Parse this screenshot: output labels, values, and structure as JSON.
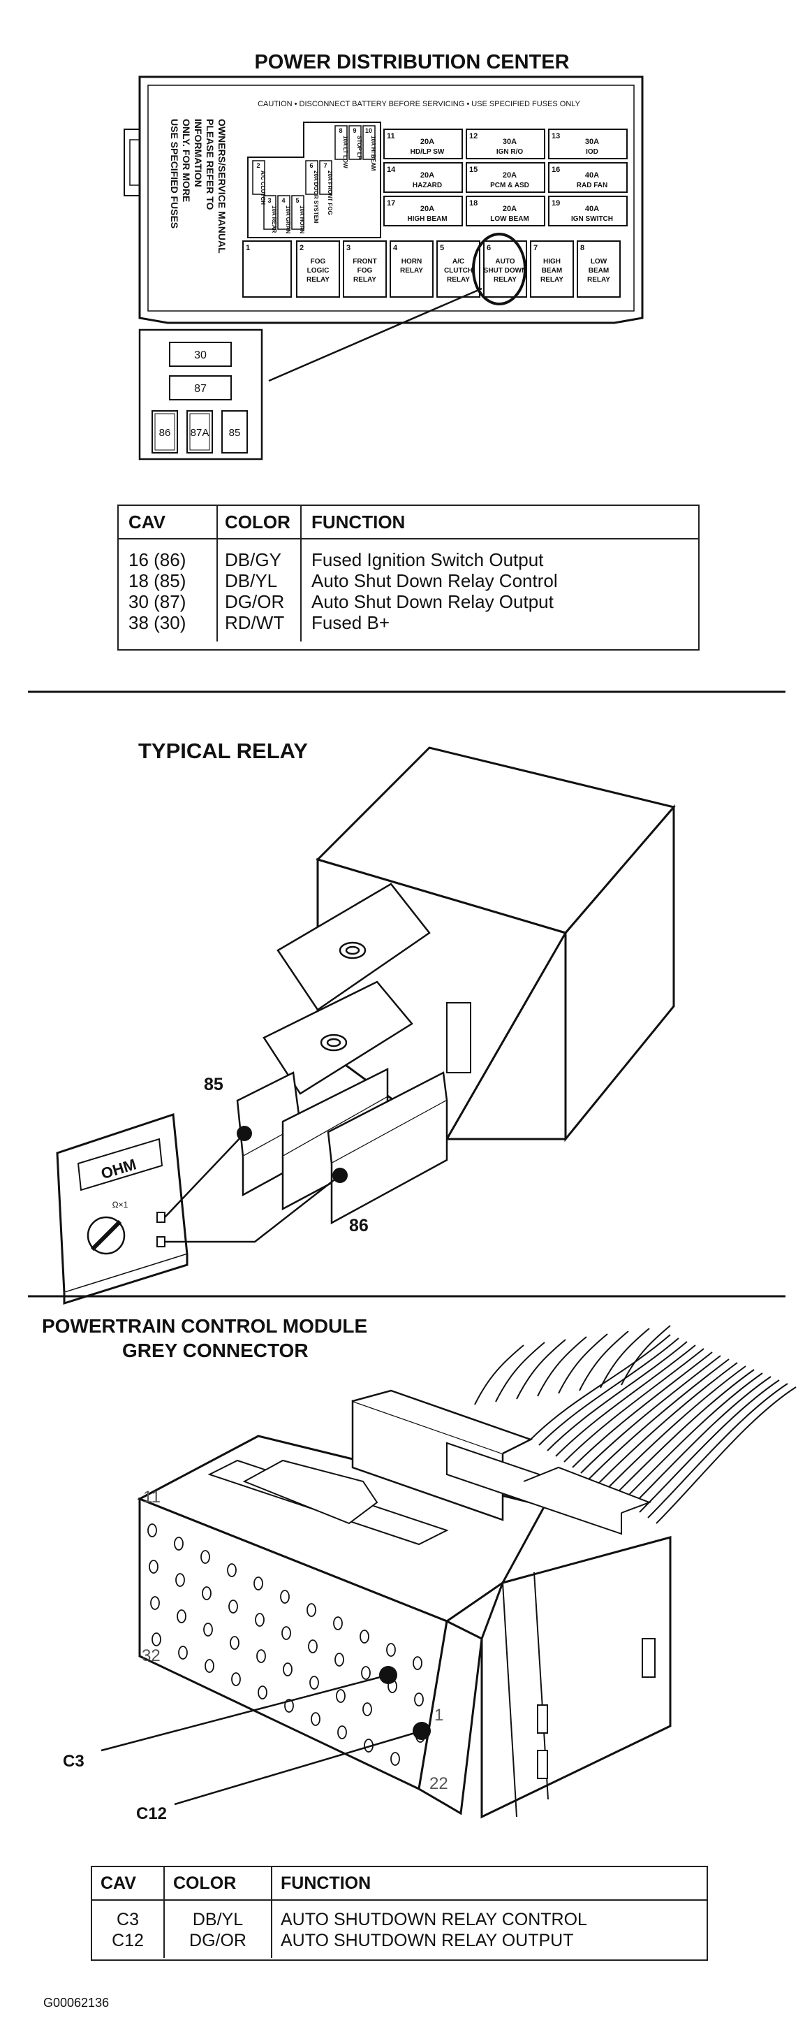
{
  "pdc": {
    "title": "POWER DISTRIBUTION CENTER",
    "caution": "CAUTION • DISCONNECT BATTERY BEFORE SERVICING • USE SPECIFIED FUSES ONLY",
    "side_note": [
      "USE SPECIFIED FUSES",
      "ONLY. FOR MORE",
      "INFORMATION",
      "PLEASE REFER TO",
      "OWNERS/SERVICE MANUAL"
    ],
    "fuses": [
      {
        "num": "11",
        "amp": "20A",
        "label": "HD/LP SW"
      },
      {
        "num": "12",
        "amp": "30A",
        "label": "IGN R/O"
      },
      {
        "num": "13",
        "amp": "30A",
        "label": "IOD"
      },
      {
        "num": "14",
        "amp": "20A",
        "label": "HAZARD"
      },
      {
        "num": "15",
        "amp": "20A",
        "label": "PCM & ASD"
      },
      {
        "num": "16",
        "amp": "40A",
        "label": "RAD FAN"
      },
      {
        "num": "17",
        "amp": "20A",
        "label": "HIGH BEAM"
      },
      {
        "num": "18",
        "amp": "20A",
        "label": "LOW BEAM"
      },
      {
        "num": "19",
        "amp": "40A",
        "label": "IGN SWITCH"
      }
    ],
    "small_fuses": [
      {
        "num": "10",
        "label": "10A HI BEAM"
      },
      {
        "num": "9",
        "label": "STOP LP"
      },
      {
        "num": "8",
        "label": "10A LT LOW"
      },
      {
        "num": "7",
        "label": "20A FRONT FOG"
      },
      {
        "num": "6",
        "label": "20A DOOR SYSTEM"
      },
      {
        "num": "5",
        "label": "10A HORN"
      },
      {
        "num": "4",
        "label": "10A GRAN"
      },
      {
        "num": "3",
        "label": "10A REAR"
      },
      {
        "num": "2",
        "label": "A/C CLUTCH"
      }
    ],
    "relays": [
      {
        "num": "1",
        "label": ""
      },
      {
        "num": "2",
        "label": "FOG LOGIC RELAY"
      },
      {
        "num": "3",
        "label": "FRONT FOG RELAY"
      },
      {
        "num": "4",
        "label": "HORN RELAY"
      },
      {
        "num": "5",
        "label": "A/C CLUTCH RELAY"
      },
      {
        "num": "6",
        "label": "AUTO SHUT DOWN RELAY"
      },
      {
        "num": "7",
        "label": "HIGH BEAM RELAY"
      },
      {
        "num": "8",
        "label": "LOW BEAM RELAY"
      }
    ],
    "relay_terminals": [
      "30",
      "87",
      "86",
      "87A",
      "85"
    ]
  },
  "table1": {
    "headers": [
      "CAV",
      "COLOR",
      "FUNCTION"
    ],
    "rows": [
      [
        "16 (86)",
        "DB/GY",
        "Fused Ignition Switch Output"
      ],
      [
        "18 (85)",
        "DB/YL",
        "Auto Shut Down Relay Control"
      ],
      [
        "30 (87)",
        "DG/OR",
        "Auto Shut Down Relay Output"
      ],
      [
        "38 (30)",
        "RD/WT",
        "Fused B+"
      ]
    ]
  },
  "relay_section": {
    "title": "TYPICAL RELAY",
    "pin_85": "85",
    "pin_86": "86",
    "meter_display": "OHM",
    "meter_range": "Ω×1"
  },
  "pcm": {
    "title_line1": "POWERTRAIN CONTROL MODULE",
    "title_line2": "GREY CONNECTOR",
    "cav_11": "11",
    "cav_32": "32",
    "cav_1": "1",
    "cav_22": "22",
    "callout_c3": "C3",
    "callout_c12": "C12"
  },
  "table2": {
    "headers": [
      "CAV",
      "COLOR",
      "FUNCTION"
    ],
    "rows": [
      [
        "C3",
        "DB/YL",
        "AUTO SHUTDOWN RELAY CONTROL"
      ],
      [
        "C12",
        "DG/OR",
        "AUTO SHUTDOWN RELAY OUTPUT"
      ]
    ]
  },
  "figure_id": "G00062136"
}
